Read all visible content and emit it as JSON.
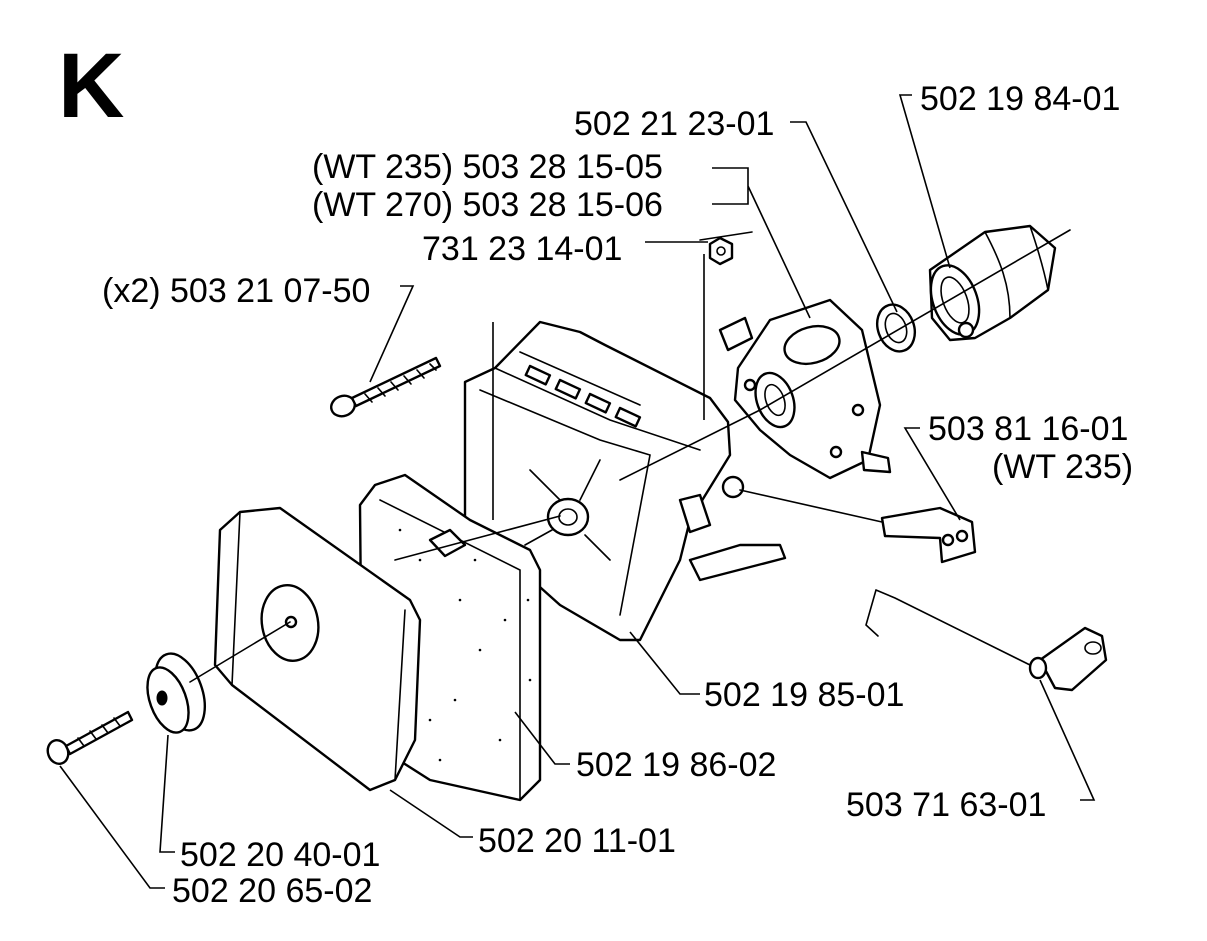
{
  "sheet_letter": "K",
  "parts": {
    "intake_manifold": "502 19 84-01",
    "gasket": "502 21 23-01",
    "carburetor_wt235": "(WT 235) 503 28 15-05",
    "carburetor_wt270": "(WT 270) 503 28 15-06",
    "nut": "731 23 14-01",
    "screw_x2": "(x2) 503 21 07-50",
    "bracket": "503 81 16-01",
    "bracket_note": "(WT 235)",
    "air_filter_housing": "502 19 85-01",
    "filter_element": "502 19 86-02",
    "throttle_rod": "503 71 63-01",
    "filter_cover": "502 20 11-01",
    "knob": "502 20 40-01",
    "cover_screw": "502 20 65-02"
  }
}
